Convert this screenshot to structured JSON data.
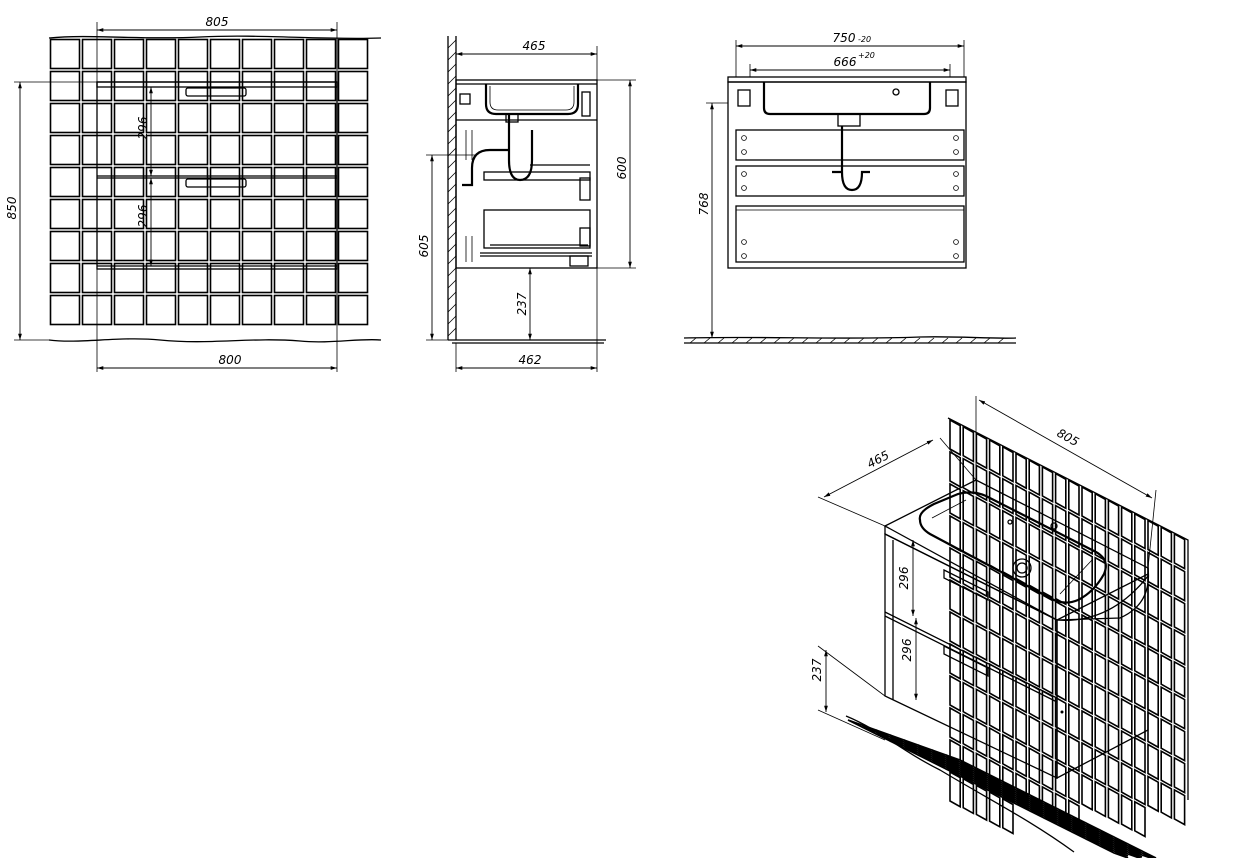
{
  "front_view": {
    "dim_top": "805",
    "dim_bottom": "800",
    "dim_height": "850",
    "dim_drawer_1": "296",
    "dim_drawer_2": "296"
  },
  "side_view": {
    "dim_depth_top": "465",
    "dim_depth_bottom": "462",
    "dim_cabinet_height": "600",
    "dim_mount_height": "605",
    "dim_floor_gap": "237"
  },
  "rear_view": {
    "dim_outer_width": "750",
    "dim_outer_tol": "-20",
    "dim_inner_width": "666",
    "dim_inner_tol": "+20",
    "dim_total_height": "768"
  },
  "iso_view": {
    "dim_width": "805",
    "dim_depth": "465",
    "dim_drawer_1": "296",
    "dim_drawer_2": "296",
    "dim_floor_gap": "237"
  }
}
